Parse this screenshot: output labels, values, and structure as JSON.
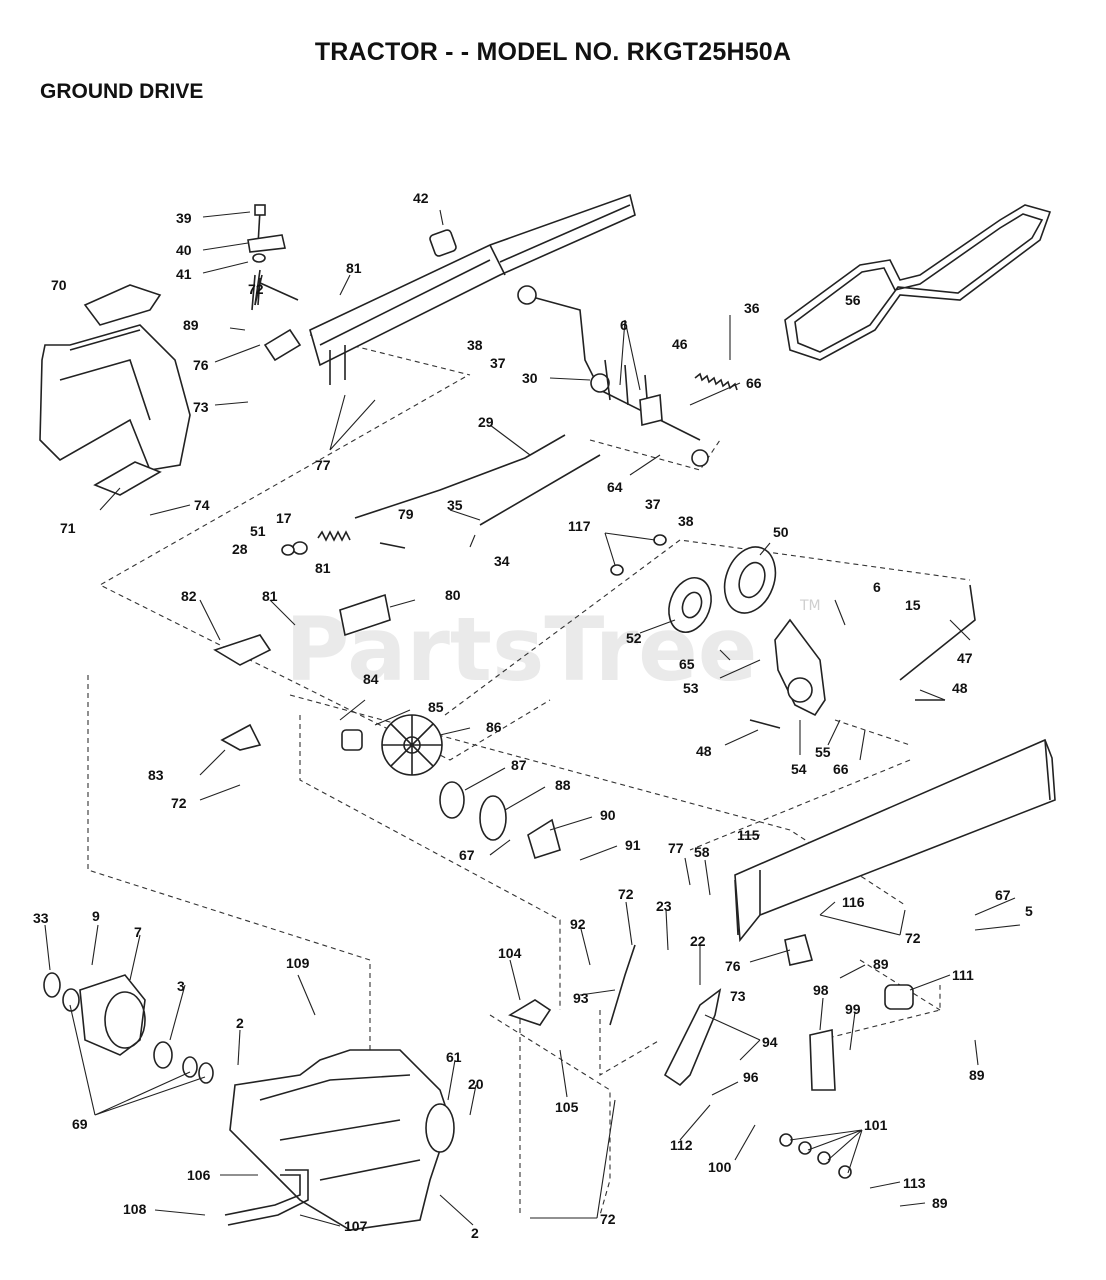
{
  "header": {
    "title": "TRACTOR - - MODEL NO. RKGT25H50A",
    "section": "GROUND DRIVE"
  },
  "watermark": {
    "text": "PartsTree",
    "mark": "TM"
  },
  "callouts": [
    {
      "id": "c39",
      "text": "39"
    },
    {
      "id": "c40",
      "text": "40"
    },
    {
      "id": "c41",
      "text": "41"
    },
    {
      "id": "c42",
      "text": "42"
    },
    {
      "id": "c70",
      "text": "70"
    },
    {
      "id": "c72a",
      "text": "72"
    },
    {
      "id": "c81a",
      "text": "81"
    },
    {
      "id": "c89a",
      "text": "89"
    },
    {
      "id": "c76a",
      "text": "76"
    },
    {
      "id": "c73a",
      "text": "73"
    },
    {
      "id": "c77a",
      "text": "77"
    },
    {
      "id": "c38a",
      "text": "38"
    },
    {
      "id": "c37a",
      "text": "37"
    },
    {
      "id": "c6a",
      "text": "6"
    },
    {
      "id": "c36",
      "text": "36"
    },
    {
      "id": "c46",
      "text": "46"
    },
    {
      "id": "c30",
      "text": "30"
    },
    {
      "id": "c66a",
      "text": "66"
    },
    {
      "id": "c56",
      "text": "56"
    },
    {
      "id": "c29",
      "text": "29"
    },
    {
      "id": "c64",
      "text": "64"
    },
    {
      "id": "c37b",
      "text": "37"
    },
    {
      "id": "c38b",
      "text": "38"
    },
    {
      "id": "c71",
      "text": "71"
    },
    {
      "id": "c74",
      "text": "74"
    },
    {
      "id": "c17",
      "text": "17"
    },
    {
      "id": "c79",
      "text": "79"
    },
    {
      "id": "c35",
      "text": "35"
    },
    {
      "id": "c51",
      "text": "51"
    },
    {
      "id": "c28",
      "text": "28"
    },
    {
      "id": "c34",
      "text": "34"
    },
    {
      "id": "c117",
      "text": "117"
    },
    {
      "id": "c50",
      "text": "50"
    },
    {
      "id": "c81b",
      "text": "81"
    },
    {
      "id": "c82",
      "text": "82"
    },
    {
      "id": "c81c",
      "text": "81"
    },
    {
      "id": "c80",
      "text": "80"
    },
    {
      "id": "c6b",
      "text": "6"
    },
    {
      "id": "c15",
      "text": "15"
    },
    {
      "id": "c52",
      "text": "52"
    },
    {
      "id": "c47",
      "text": "47"
    },
    {
      "id": "c65",
      "text": "65"
    },
    {
      "id": "c53",
      "text": "53"
    },
    {
      "id": "c48a",
      "text": "48"
    },
    {
      "id": "c84",
      "text": "84"
    },
    {
      "id": "c85",
      "text": "85"
    },
    {
      "id": "c86",
      "text": "86"
    },
    {
      "id": "c48b",
      "text": "48"
    },
    {
      "id": "c55",
      "text": "55"
    },
    {
      "id": "c54",
      "text": "54"
    },
    {
      "id": "c66b",
      "text": "66"
    },
    {
      "id": "c83",
      "text": "83"
    },
    {
      "id": "c87",
      "text": "87"
    },
    {
      "id": "c88",
      "text": "88"
    },
    {
      "id": "c72b",
      "text": "72"
    },
    {
      "id": "c90",
      "text": "90"
    },
    {
      "id": "c67a",
      "text": "67"
    },
    {
      "id": "c91",
      "text": "91"
    },
    {
      "id": "c115",
      "text": "115"
    },
    {
      "id": "c77b",
      "text": "77"
    },
    {
      "id": "c58",
      "text": "58"
    },
    {
      "id": "c67b",
      "text": "67"
    },
    {
      "id": "c5",
      "text": "5"
    },
    {
      "id": "c116",
      "text": "116"
    },
    {
      "id": "c72c",
      "text": "72"
    },
    {
      "id": "c33",
      "text": "33"
    },
    {
      "id": "c9",
      "text": "9"
    },
    {
      "id": "c7",
      "text": "7"
    },
    {
      "id": "c109",
      "text": "109"
    },
    {
      "id": "c92",
      "text": "92"
    },
    {
      "id": "c72d",
      "text": "72"
    },
    {
      "id": "c23",
      "text": "23"
    },
    {
      "id": "c104",
      "text": "104"
    },
    {
      "id": "c22",
      "text": "22"
    },
    {
      "id": "c76b",
      "text": "76"
    },
    {
      "id": "c89b",
      "text": "89"
    },
    {
      "id": "c111",
      "text": "111"
    },
    {
      "id": "c3",
      "text": "3"
    },
    {
      "id": "c93",
      "text": "93"
    },
    {
      "id": "c73b",
      "text": "73"
    },
    {
      "id": "c98",
      "text": "98"
    },
    {
      "id": "c99",
      "text": "99"
    },
    {
      "id": "c2a",
      "text": "2"
    },
    {
      "id": "c94",
      "text": "94"
    },
    {
      "id": "c89c",
      "text": "89"
    },
    {
      "id": "c61",
      "text": "61"
    },
    {
      "id": "c20",
      "text": "20"
    },
    {
      "id": "c105",
      "text": "105"
    },
    {
      "id": "c96",
      "text": "96"
    },
    {
      "id": "c69",
      "text": "69"
    },
    {
      "id": "c112",
      "text": "112"
    },
    {
      "id": "c101",
      "text": "101"
    },
    {
      "id": "c100",
      "text": "100"
    },
    {
      "id": "c106",
      "text": "106"
    },
    {
      "id": "c113",
      "text": "113"
    },
    {
      "id": "c89d",
      "text": "89"
    },
    {
      "id": "c108",
      "text": "108"
    },
    {
      "id": "c107",
      "text": "107"
    },
    {
      "id": "c72e",
      "text": "72"
    },
    {
      "id": "c2b",
      "text": "2"
    }
  ]
}
